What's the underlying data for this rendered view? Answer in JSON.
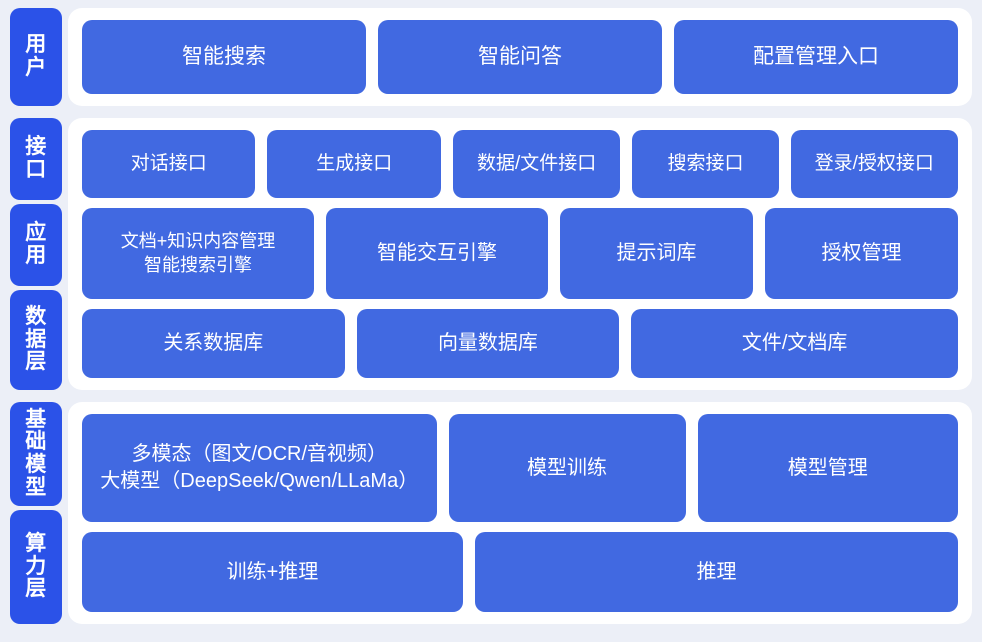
{
  "palette": {
    "page_background": "#eceff7",
    "panel_background": "#ffffff",
    "label_tab_blue": "#2b52e8",
    "box_blue": "#4169e1",
    "text_on_blue": "#ffffff"
  },
  "sections": [
    {
      "id": "user",
      "labels": [
        "用户"
      ],
      "rows": [
        {
          "id": "user-entries",
          "boxes": [
            {
              "label": "智能搜索",
              "flex": 1
            },
            {
              "label": "智能问答",
              "flex": 1
            },
            {
              "label": "配置管理入口",
              "flex": 1
            }
          ]
        }
      ]
    },
    {
      "id": "core",
      "labels": [
        "接口",
        "应用",
        "数据层"
      ],
      "rows": [
        {
          "id": "interface",
          "boxes": [
            {
              "label": "对话接口",
              "flex": 1.04
            },
            {
              "label": "生成接口",
              "flex": 1.04
            },
            {
              "label": "数据/文件接口",
              "flex": 1.0
            },
            {
              "label": "搜索接口",
              "flex": 0.86
            },
            {
              "label": "登录/授权接口",
              "flex": 1.0
            }
          ]
        },
        {
          "id": "application",
          "boxes": [
            {
              "label": "文档+知识内容管理\n智能搜索引擎",
              "flex": 1.05,
              "multiline": true
            },
            {
              "label": "智能交互引擎",
              "flex": 1.0
            },
            {
              "label": "提示词库",
              "flex": 0.86
            },
            {
              "label": "授权管理",
              "flex": 0.86
            }
          ]
        },
        {
          "id": "data",
          "boxes": [
            {
              "label": "关系数据库",
              "flex": 1.0
            },
            {
              "label": "向量数据库",
              "flex": 1.0
            },
            {
              "label": "文件/文档库",
              "flex": 1.26
            }
          ]
        }
      ]
    },
    {
      "id": "infrastructure",
      "labels": [
        "基础模型",
        "算力层"
      ],
      "rows": [
        {
          "id": "model",
          "boxes": [
            {
              "label": "多模态（图文/OCR/音视频）\n大模型（DeepSeek/Qwen/LLaMa）",
              "flex": 1.44,
              "multiline": true
            },
            {
              "label": "模型训练",
              "flex": 0.94
            },
            {
              "label": "模型管理",
              "flex": 1.04
            }
          ]
        },
        {
          "id": "compute",
          "boxes": [
            {
              "label": "训练+推理",
              "flex": 1.0
            },
            {
              "label": "推理",
              "flex": 1.28
            }
          ]
        }
      ]
    }
  ]
}
